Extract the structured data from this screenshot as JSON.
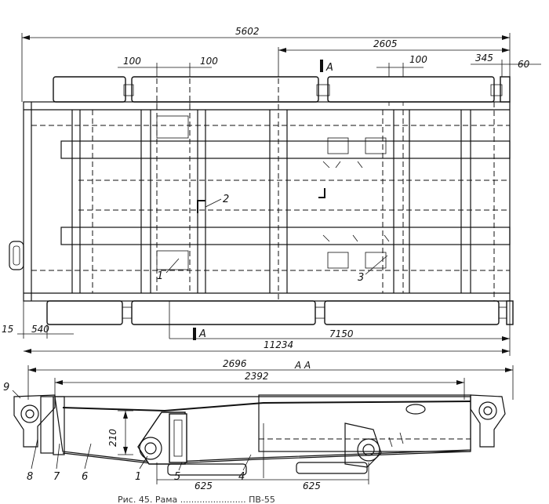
{
  "top_view": {
    "dimensions": {
      "overall_top": "5602",
      "right_span": "2605",
      "left_gap_a": "100",
      "left_gap_b": "100",
      "right_gap": "100",
      "right_end_a": "345",
      "right_end_b": "60",
      "left_bottom_a": "15",
      "left_bottom_b": "540",
      "bottom_right": "7150",
      "overall_bottom": "11234"
    },
    "section_marks": [
      "A",
      "A"
    ],
    "callouts": [
      "2",
      "1",
      "3"
    ]
  },
  "section_view": {
    "title": "А  А",
    "dimensions": {
      "overall": "2696",
      "inner": "2392",
      "height": "210",
      "pitch_left": "625",
      "pitch_right": "625"
    },
    "callouts": [
      "9",
      "8",
      "7",
      "6",
      "1",
      "5",
      "4"
    ]
  },
  "caption": "Рис. 45. Рама ........................ ПВ-55"
}
